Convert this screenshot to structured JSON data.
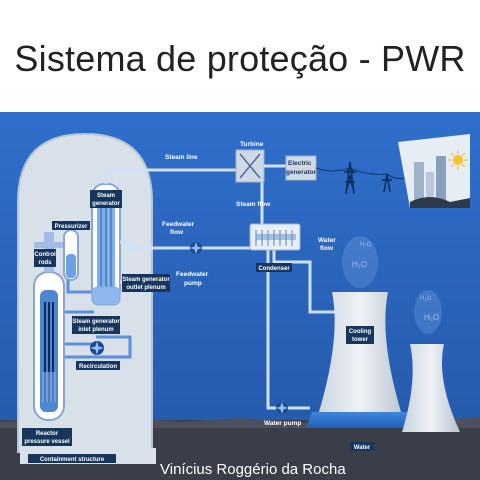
{
  "title": "Sistema de proteção - PWR",
  "credit": "Vinícius Roggério da Rocha",
  "colors": {
    "background_blue": "#2a67bf",
    "building": "#d8e0ea",
    "pipe": "#cfe0f7",
    "label_tag": "#17365d",
    "ground": "#3a3e48"
  },
  "labels": {
    "steam_line": "Steam line",
    "turbine": "Turbine",
    "electric_generator_1": "Electric",
    "electric_generator_2": "generator",
    "steam_flow": "Steam flow",
    "steam_generator_1": "Steam",
    "steam_generator_2": "generator",
    "pressurizer": "Pressurizer",
    "feedwater_flow_1": "Feedwater",
    "feedwater_flow_2": "flow",
    "feedwater_pump_1": "Feedwater",
    "feedwater_pump_2": "pump",
    "control_rods_1": "Control",
    "control_rods_2": "rods",
    "sg_outlet_plenum_1": "Steam generator",
    "sg_outlet_plenum_2": "outlet plenum",
    "condenser": "Condenser",
    "water_flow_1": "Water",
    "water_flow_2": "flow",
    "sg_inlet_plenum_1": "Steam generator",
    "sg_inlet_plenum_2": "inlet plenum",
    "recirculation": "Recirculation",
    "cooling_tower_1": "Cooling",
    "cooling_tower_2": "tower",
    "reactor_pressure_vessel_1": "Reactor",
    "reactor_pressure_vessel_2": "pressure vessel",
    "water_pump": "Water pump",
    "water": "Water",
    "containment_structure": "Containment structure",
    "h2o": "H₂O"
  },
  "icons": [
    "turbine-icon",
    "generator-icon",
    "transmission-tower-icon",
    "city-icon",
    "sun-icon",
    "pump-icon",
    "cooling-tower-icon"
  ]
}
